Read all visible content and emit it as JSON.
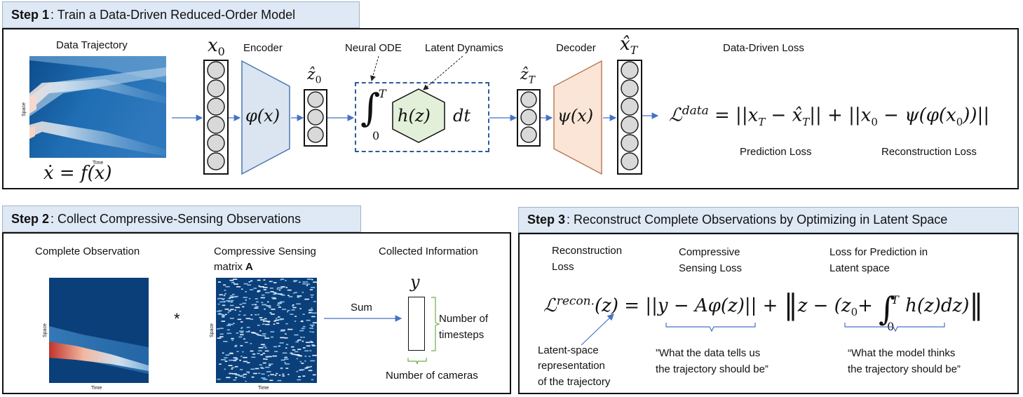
{
  "step1": {
    "tab_bold": "Step 1",
    "tab_rest": ": Train a Data-Driven Reduced-Order Model",
    "data_trajectory": "Data Trajectory",
    "axis_space": "Space",
    "axis_time": "Time",
    "ode": "ẋ = f(x)",
    "x0": "x",
    "x0_sub": "0",
    "encoder": "Encoder",
    "encoder_fn": "φ(x)",
    "z0hat": "ẑ",
    "z0hat_sub": "0",
    "neural_ode": "Neural ODE",
    "latent_dynamics": "Latent Dynamics",
    "integral_upper": "T",
    "integral_lower": "0",
    "hz": "h(z)",
    "dt": "dt",
    "zThat": "ẑ",
    "zThat_sub": "T",
    "decoder": "Decoder",
    "decoder_fn": "ψ(x)",
    "xThat": "x̂",
    "xThat_sub": "T",
    "data_driven_loss": "Data-Driven Loss",
    "loss_eq": "ℒ^data = ||x_T − x̂_T|| + ||x_0 − ψ(φ(x_0))||",
    "prediction_loss": "Prediction Loss",
    "reconstruction_loss": "Reconstruction Loss"
  },
  "step2": {
    "tab_bold": "Step 2",
    "tab_rest": ": Collect Compressive-Sensing Observations",
    "complete_observation": "Complete Observation",
    "cs_matrix_line1": "Compressive Sensing",
    "cs_matrix_line2": "matrix ",
    "cs_matrix_bold": "A",
    "collected_information": "Collected Information",
    "axis_space": "Space",
    "axis_time": "Time",
    "star": "*",
    "sum": "Sum",
    "y": "y",
    "number_of": "Number of",
    "timesteps": "timesteps",
    "number_of_cameras": "Number of cameras"
  },
  "step3": {
    "tab_bold": "Step 3",
    "tab_rest": ": Reconstruct Complete Observations by Optimizing in Latent Space",
    "reconstruction": "Reconstruction",
    "loss": "Loss",
    "compressive": "Compressive",
    "sensing_loss": "Sensing Loss",
    "loss_pred_1": "Loss for Prediction in",
    "loss_pred_2": "Latent space",
    "eq": "ℒ^recon.(z) = ||y − Aφ(z)|| + ||z − (z_0 + ∫_0^T h(z)dz)||",
    "latent_1": "Latent-space",
    "latent_2": "representation",
    "latent_3": "of the trajectory",
    "data_tells_1": "”What the data tells us",
    "data_tells_2": "the trajectory should be”",
    "model_thinks_1": "“What the model thinks",
    "model_thinks_2": "the trajectory should be”"
  }
}
